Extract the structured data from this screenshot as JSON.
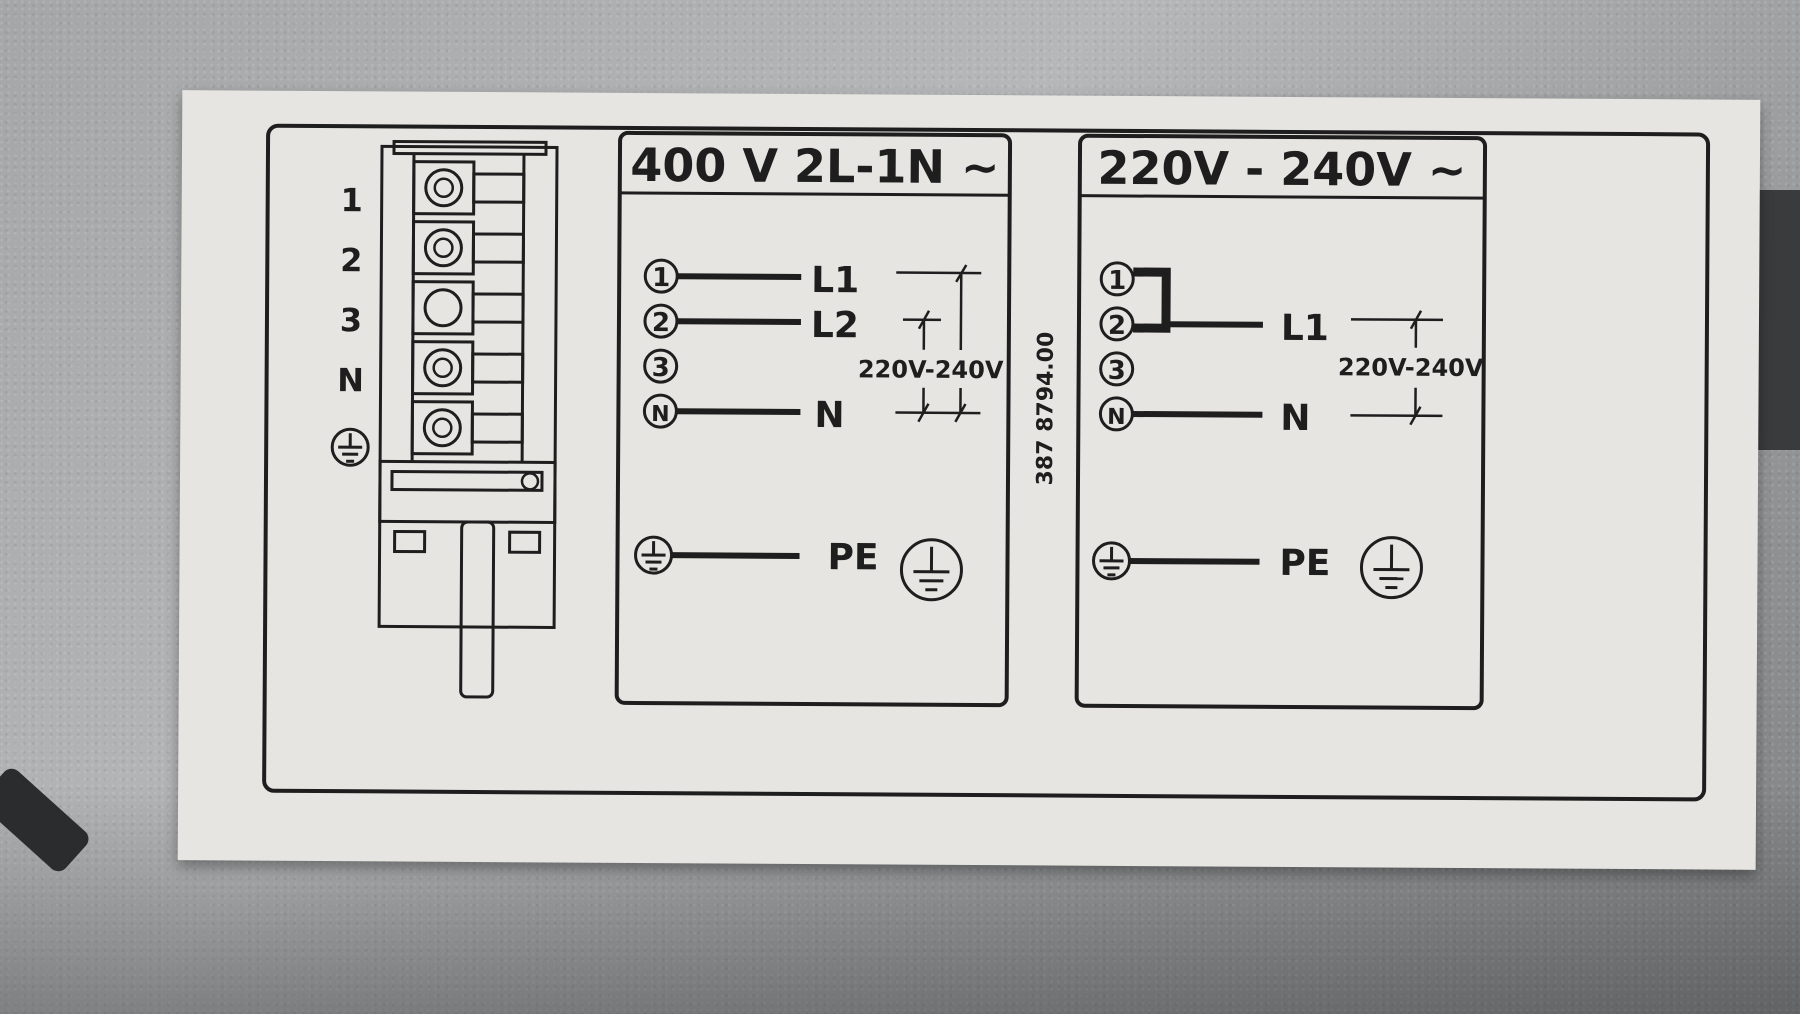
{
  "terminal_block": {
    "labels": [
      "1",
      "2",
      "3",
      "N"
    ]
  },
  "panel_400v": {
    "title": "400 V  2L-1N ~",
    "terminals": [
      "1",
      "2",
      "3",
      "N"
    ],
    "line_labels": [
      "L1",
      "L2",
      "N",
      "PE"
    ],
    "voltage_annotation": "220V-240V"
  },
  "part_number": "387 8794.00",
  "panel_230v": {
    "title": "220V - 240V ~",
    "terminals": [
      "1",
      "2",
      "3",
      "N"
    ],
    "line_labels": [
      "L1",
      "N",
      "PE"
    ],
    "voltage_annotation": "220V-240V"
  },
  "colors": {
    "label_background": "#e6e5e1",
    "ink": "#1e1e1e",
    "metal": "#a4a6a8"
  }
}
